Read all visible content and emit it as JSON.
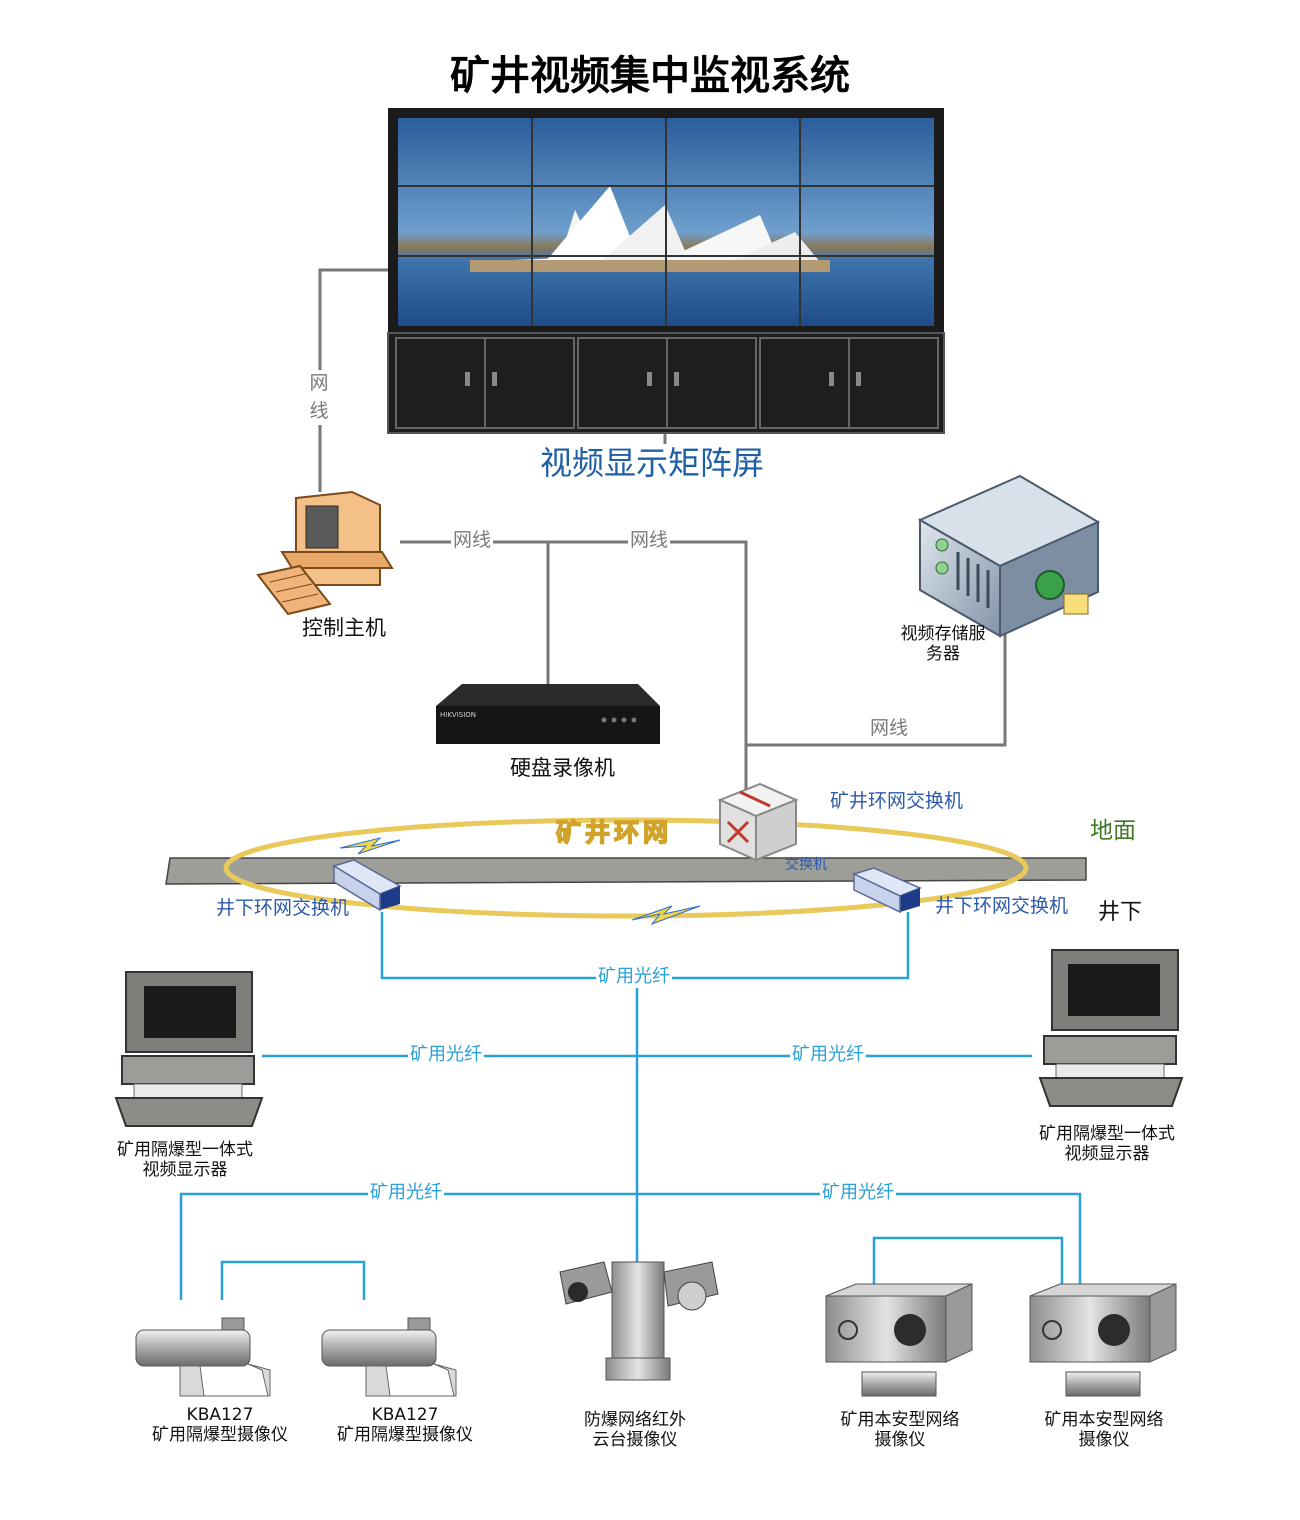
{
  "title": "矿井视频集中监视系统",
  "video_wall_label": "视频显示矩阵屏",
  "control_host_label": "控制主机",
  "storage_server_label_line1": "视频存储服",
  "storage_server_label_line2": "务器",
  "nvr_label": "硬盘录像机",
  "nvr_brand": "HIKVISION",
  "ring_switch_label": "矿井环网交换机",
  "ring_label": "矿井环网",
  "switch_small_label": "交换机",
  "ground_label": "地面",
  "underground_label": "井下",
  "underground_switch_left": "井下环网交换机",
  "underground_switch_right": "井下环网交换机",
  "wire": "网线",
  "wire_vertical_1": "网",
  "wire_vertical_2": "线",
  "fiber": "矿用光纤",
  "display_label_line1": "矿用隔爆型一体式",
  "display_label_line2": "视频显示器",
  "kba_model": "KBA127",
  "kba_name": "矿用隔爆型摄像仪",
  "ptz_line1": "防爆网络红外",
  "ptz_line2": "云台摄像仪",
  "net_cam_line1": "矿用本安型网络",
  "net_cam_line2": "摄像仪",
  "colors": {
    "title": "#000000",
    "blue_label": "#1f5fa6",
    "wire_gray": "#7a7a7a",
    "fiber_cyan": "#2aa0d8",
    "ground_green": "#3e7a22",
    "ring_gold": "#e8c95a"
  }
}
